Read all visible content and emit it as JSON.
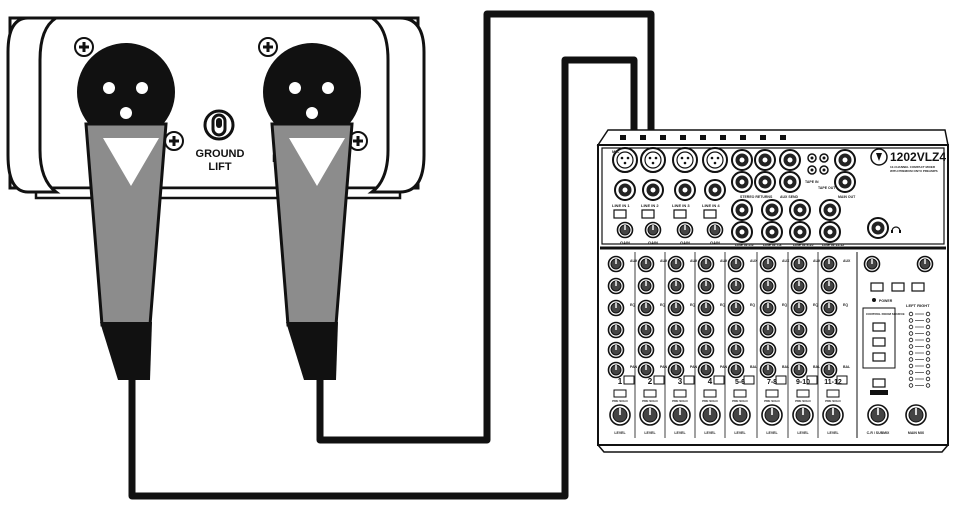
{
  "di_box": {
    "ground_lift_line1": "GROUND",
    "ground_lift_line2": "LIFT",
    "partial_label": "F"
  },
  "mixer": {
    "model": "1202VLZ4",
    "subtitle_line1": "12-CHANNEL COMPACT MIXER",
    "subtitle_line2": "WITH PREMIUM ONYX PREAMPS",
    "mic_label": "MIC",
    "line_labels": [
      "LINE IN 1",
      "LINE IN 2",
      "LINE IN 3",
      "LINE IN 4"
    ],
    "stereo_line_labels": [
      "LINE IN 5-6",
      "LINE IN 7-8",
      "LINE IN 9-10",
      "LINE IN 11-12"
    ],
    "gain_label": "GAIN",
    "aux_label": "AUX",
    "eq_label": "EQ",
    "pan_label": "PAN",
    "bal_label": "BAL",
    "pre_solo_label": "PRE SOLO",
    "level_label": "LEVEL",
    "channel_numbers": [
      "1",
      "2",
      "3",
      "4",
      "5-6",
      "7-8",
      "9-10",
      "11-12"
    ],
    "stereo_returns_label": "STEREO RETURNS",
    "aux_send_label": "AUX SEND",
    "tape_in_label": "TAPE IN",
    "tape_out_label": "TAPE OUT",
    "main_out_label": "MAIN OUT",
    "phones_label": "PHONES",
    "control_room_label": "CONTROL ROOM SOURCE",
    "left_right_label": "LEFT  RIGHT",
    "main_mix_label": "MAIN MIX",
    "cr_submix_label": "C-R / SUBMIX",
    "power_label": "POWER"
  }
}
